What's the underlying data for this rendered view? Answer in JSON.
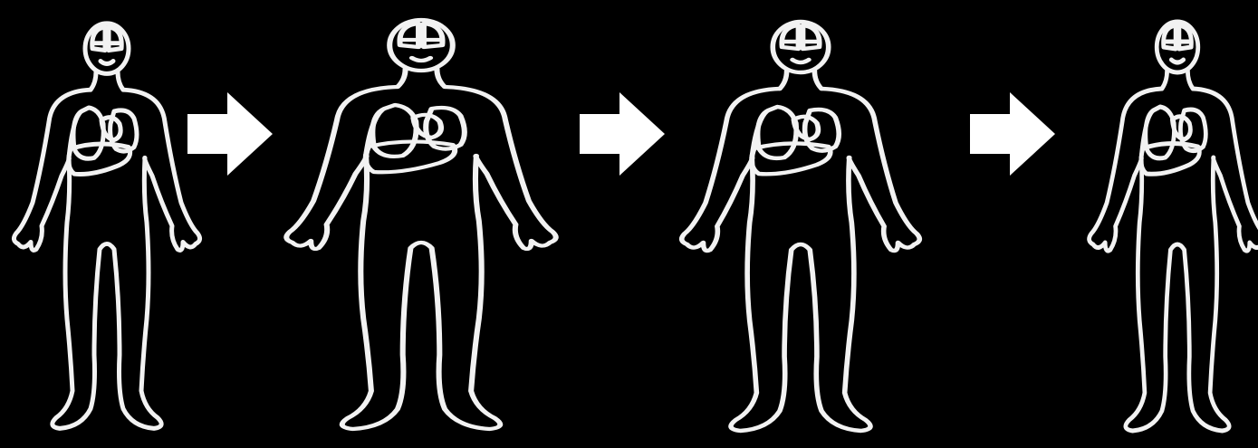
{
  "diagram": {
    "background_color": "#000000",
    "outline_color": "#f2f2f2",
    "arrow_color": "#ffffff",
    "sequence": [
      {
        "icon": "human-body-outline-icon",
        "variant": "medium build"
      },
      {
        "icon": "arrow-right-icon"
      },
      {
        "icon": "human-body-outline-icon",
        "variant": "broad build"
      },
      {
        "icon": "arrow-right-icon"
      },
      {
        "icon": "human-body-outline-icon",
        "variant": "medium build"
      },
      {
        "icon": "arrow-right-icon"
      },
      {
        "icon": "human-body-outline-icon",
        "variant": "slim build"
      }
    ]
  }
}
